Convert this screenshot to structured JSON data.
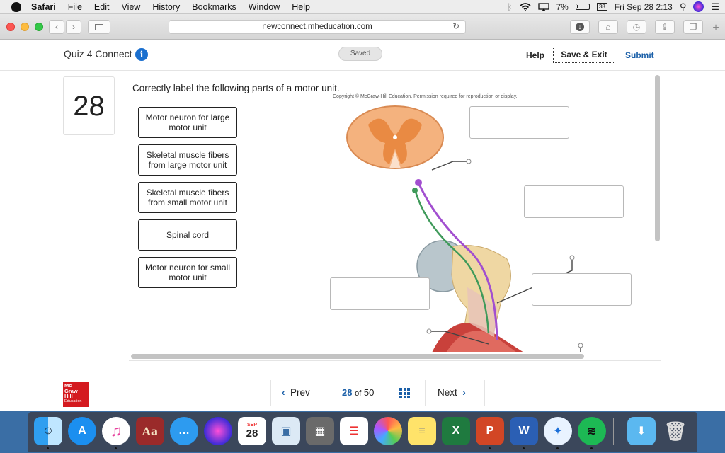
{
  "menubar": {
    "items": [
      "Safari",
      "File",
      "Edit",
      "View",
      "History",
      "Bookmarks",
      "Window",
      "Help"
    ],
    "battery": "7%",
    "calendar_badge": "38",
    "clock": "Fri Sep 28  2:13"
  },
  "browser": {
    "url": "newconnect.mheducation.com"
  },
  "header": {
    "quiz_title": "Quiz 4 Connect",
    "info_glyph": "i",
    "saved": "Saved",
    "help": "Help",
    "save_exit": "Save & Exit",
    "submit": "Submit"
  },
  "question": {
    "number": "28",
    "prompt": "Correctly label the following parts of a motor unit.",
    "copyright": "Copyright © McGraw-Hill Education. Permission required for reproduction or display.",
    "labels": [
      "Motor neuron for large motor unit",
      "Skeletal muscle fibers from large motor unit",
      "Skeletal muscle fibers from small motor unit",
      "Spinal cord",
      "Motor neuron for small motor unit"
    ]
  },
  "footer": {
    "logo_lines": [
      "Mc",
      "Graw",
      "Hill"
    ],
    "logo_sub": "Education",
    "prev": "Prev",
    "current_page": "28",
    "of": "of",
    "total_pages": "50",
    "next": "Next"
  },
  "dock": {
    "calendar_month": "SEP",
    "calendar_day": "28"
  },
  "colors": {
    "accent": "#1a5fa8",
    "mh_red": "#d41a1f",
    "neuron_purple": "#a24fd0",
    "neuron_green": "#3f9a5a"
  }
}
